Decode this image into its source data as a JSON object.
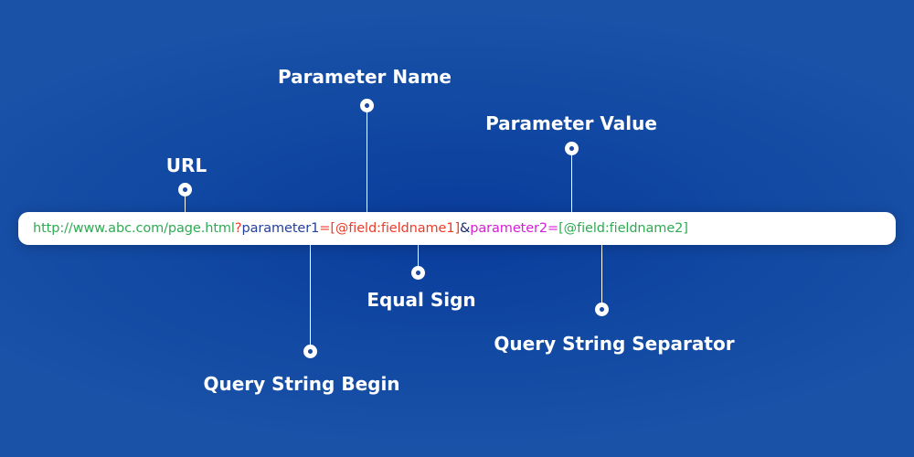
{
  "url": {
    "base": "http://www.abc.com/page.html",
    "query_begin": "?",
    "param1_name": "parameter1",
    "equal1": "=",
    "param1_value": "[@field:fieldname1]",
    "separator": "&",
    "param2_name": "parameter2",
    "equal2": "=",
    "param2_value": "[@field:fieldname2]"
  },
  "labels": {
    "url": "URL",
    "parameter_name": "Parameter Name",
    "parameter_value": "Parameter Value",
    "query_string_begin": "Query String Begin",
    "equal_sign": "Equal Sign",
    "query_string_separator": "Query String Separator"
  },
  "colors": {
    "background": "#1a4ea6",
    "url_text": "#2eab52",
    "query_begin": "#ee3a28",
    "param1_name": "#243f9c",
    "param1_value": "#ee3a28",
    "separator": "#1e2a6a",
    "param2_name": "#d51ed6",
    "param2_value": "#2eab52"
  }
}
